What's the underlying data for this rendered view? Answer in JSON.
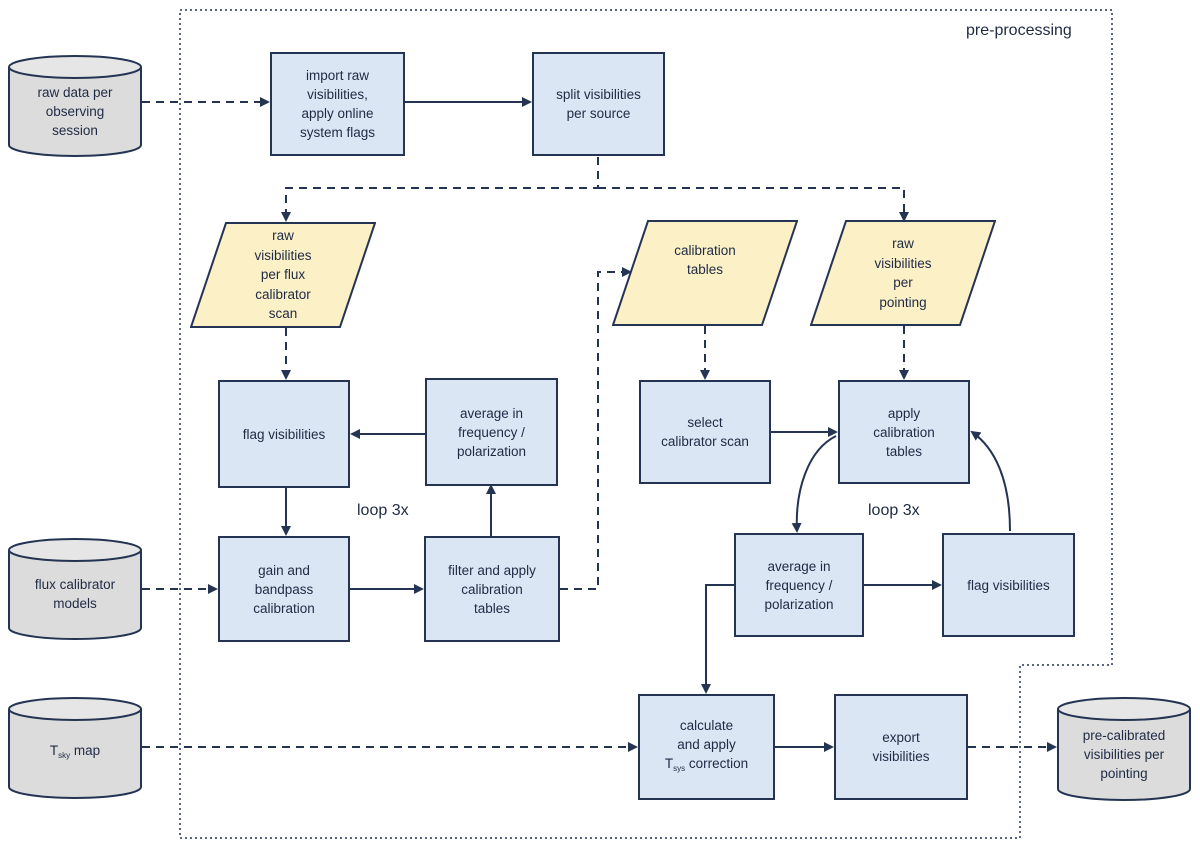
{
  "region_label": "pre-processing",
  "inputs": {
    "raw_data": "raw data per\nobserving\nsession",
    "flux_models": "flux calibrator\nmodels",
    "tsky_main": "T",
    "tsky_sub": "sky",
    "tsky_rest": " map",
    "output": "pre-calibrated\nvisibilities per\npointing"
  },
  "boxes": {
    "import": "import raw\nvisibilities,\napply online\nsystem flags",
    "split": "split visibilities\nper source",
    "flag_left": "flag visibilities",
    "average_left": "average in\nfrequency /\npolarization",
    "gain": "gain and\nbandpass\ncalibration",
    "filter": "filter and apply\ncalibration\ntables",
    "select": "select\ncalibrator scan",
    "apply": "apply\ncalibration\ntables",
    "average_right": "average in\nfrequency /\npolarization",
    "flag_right": "flag visibilities",
    "calc_line1": "calculate",
    "calc_line2": "and apply",
    "calc_T": "T",
    "calc_sub": "sys",
    "calc_rest": " correction",
    "export": "export\nvisibilities"
  },
  "data_items": {
    "raw_flux": "raw\nvisibilities\nper flux\ncalibrator\nscan",
    "cal_tables": "calibration\ntables",
    "raw_pointing": "raw\nvisibilities\nper\npointing"
  },
  "loops": {
    "left": "loop 3x",
    "right": "loop 3x"
  },
  "colors": {
    "process_fill": "#dbe6f4",
    "data_fill": "#fbf0c6",
    "store_fill": "#dcdcdc",
    "stroke": "#243452"
  }
}
